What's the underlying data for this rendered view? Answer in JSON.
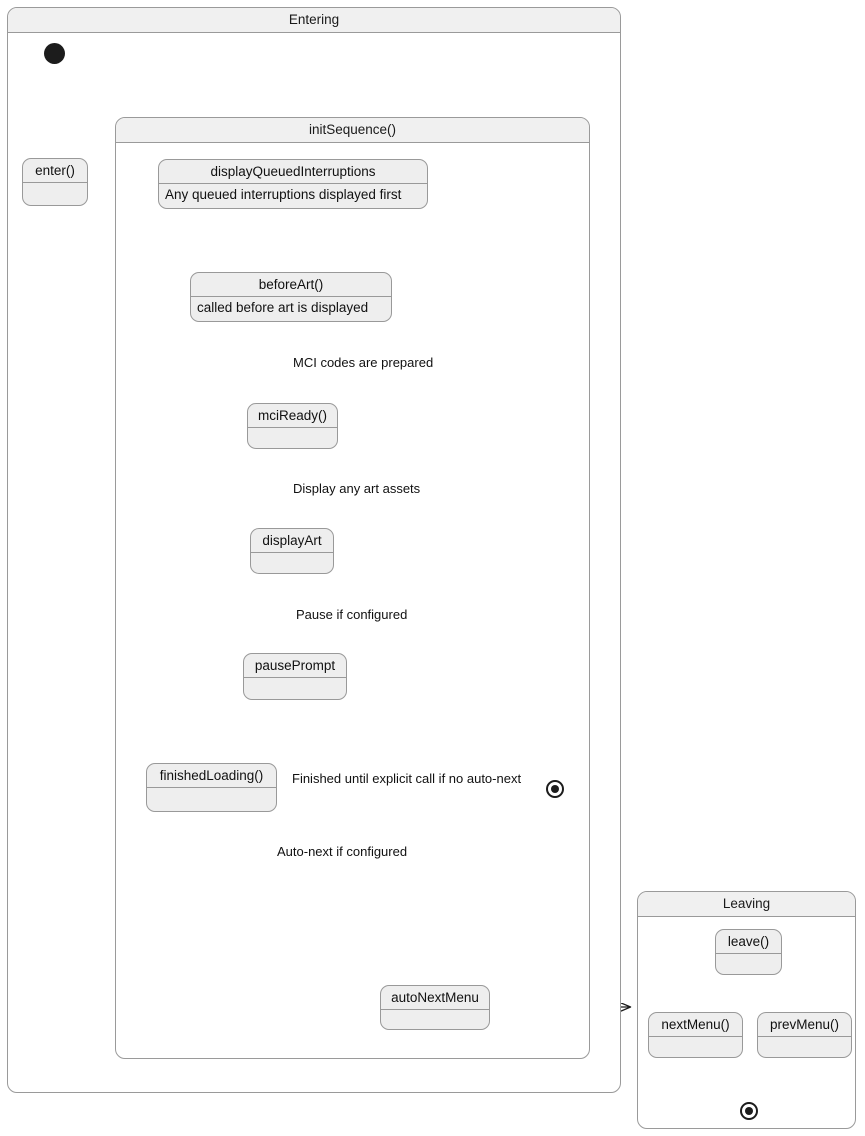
{
  "diagram": {
    "kind": "uml-state-machine",
    "title_visible": false
  },
  "composites": [
    {
      "id": "entering",
      "title": "Entering"
    },
    {
      "id": "initsequence",
      "title": "initSequence()"
    },
    {
      "id": "leaving",
      "title": "Leaving"
    }
  ],
  "states": {
    "enter": {
      "name": "enter()",
      "body": ""
    },
    "displayQueuedInterruptions": {
      "name": "displayQueuedInterruptions",
      "body": "Any queued interruptions displayed first"
    },
    "beforeArt": {
      "name": "beforeArt()",
      "body": "called before art is displayed"
    },
    "mciReady": {
      "name": "mciReady()",
      "body": ""
    },
    "displayArt": {
      "name": "displayArt",
      "body": ""
    },
    "pausePrompt": {
      "name": "pausePrompt",
      "body": ""
    },
    "finishedLoading": {
      "name": "finishedLoading()",
      "body": ""
    },
    "autoNextMenu": {
      "name": "autoNextMenu",
      "body": ""
    },
    "leave": {
      "name": "leave()",
      "body": ""
    },
    "nextMenu": {
      "name": "nextMenu()",
      "body": ""
    },
    "prevMenu": {
      "name": "prevMenu()",
      "body": ""
    }
  },
  "pseudostates": {
    "initial_entering": {
      "kind": "initial"
    },
    "final_entering": {
      "kind": "final"
    },
    "final_leaving": {
      "kind": "final"
    }
  },
  "transition_labels": {
    "mci_prepared": "MCI codes are prepared",
    "display_art_assets": "Display any art assets",
    "pause_if_configured": "Pause if configured",
    "finished_no_autonext": "Finished until explicit call if no auto-next",
    "autonext_if_configured": "Auto-next if configured"
  },
  "colors": {
    "node_fill": "#eeeeee",
    "node_border": "#999999",
    "composite_title_fill": "#f0f0f0",
    "composite_border": "#9a9a9a",
    "edge_stroke": "#1c1c1c",
    "text": "#111111",
    "canvas": "#ffffff"
  }
}
